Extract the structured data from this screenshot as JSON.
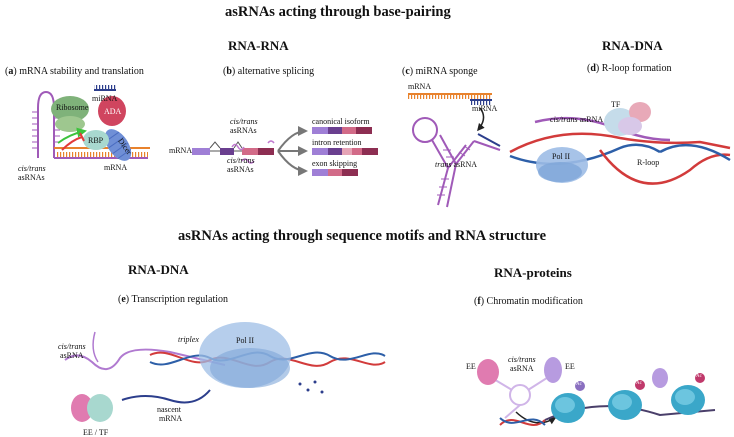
{
  "titles": {
    "base_pairing": "asRNAs acting through base-pairing",
    "motifs_structure": "asRNAs acting through sequence motifs and RNA structure"
  },
  "sections": {
    "rna_rna": "RNA-RNA",
    "rna_dna_top": "RNA-DNA",
    "rna_dna_bottom": "RNA-DNA",
    "rna_proteins": "RNA-proteins"
  },
  "panels": {
    "a": {
      "letter": "a",
      "text": "mRNA stability and translation"
    },
    "b": {
      "letter": "b",
      "text": "alternative splicing"
    },
    "c": {
      "letter": "c",
      "text": "miRNA sponge"
    },
    "d": {
      "letter": "d",
      "text": "R-loop formation"
    },
    "e": {
      "letter": "e",
      "text": "Transcription regulation"
    },
    "f": {
      "letter": "f",
      "text": "Chromatin modification"
    }
  },
  "labels": {
    "a_ribosome": "Ribosome",
    "a_mirna": "miRNA",
    "a_ada": "ADA",
    "a_rbp": "RBP",
    "a_dicer": "Dicer",
    "a_mrna": "mRNA",
    "a_cistrans": "cis/trans",
    "a_asrnas": "asRNAs",
    "b_mrna": "mRNA",
    "b_cistrans_top": "cis/trans",
    "b_asrnas_top": "asRNAs",
    "b_cistrans_bottom": "cis/trans",
    "b_asrnas_bottom": "asRNAs",
    "b_canonical": "canonical isoform",
    "b_intron": "intron retention",
    "b_exon": "exon skipping",
    "c_mrna": "mRNA",
    "c_mirna": "miRNA",
    "c_trans": "trans",
    "c_asrna": "asRNA",
    "d_cistrans": "cis/trans",
    "d_asrna": "asRNA",
    "d_tf": "TF",
    "d_pol": "Pol II",
    "d_rloop": "R-loop",
    "e_cistrans": "cis/trans",
    "e_asrna": "asRNA",
    "e_triplex": "triplex",
    "e_pol": "Pol II",
    "e_nascent": "nascent",
    "e_mrna": "mRNA",
    "e_eetf": "EE / TF",
    "f_ee_left": "EE",
    "f_cistrans": "cis/trans",
    "f_asrna": "asRNA",
    "f_ee_right": "EE",
    "f_mark": "Ac"
  },
  "colors": {
    "ribosome": "#7fb27a",
    "ada": "#d0455f",
    "rbp": "#a8d8cf",
    "dicer": "#6f8fd6",
    "asrna": "#a05ab8",
    "mrna_orange": "#e8822c",
    "mirna_blue": "#2c3e8c",
    "dna_red": "#d23b3b",
    "dna_blue": "#2d5fa8",
    "pol": "#9dbde6",
    "tf_blue": "#c5dcea",
    "tf_pink": "#e8a9b8",
    "nucleosome": "#3aa7c9",
    "ee_pink": "#e07bb0",
    "ee_purple": "#b79be0"
  }
}
